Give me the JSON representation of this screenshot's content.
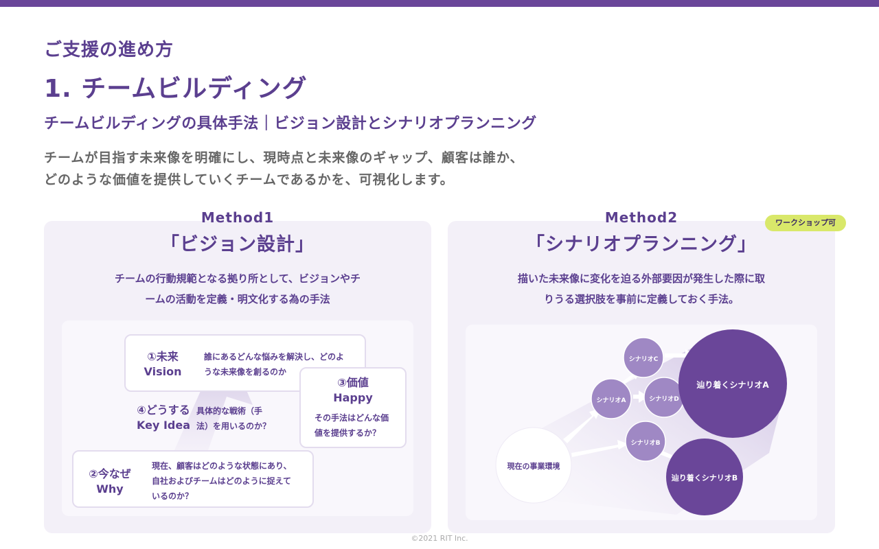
{
  "header": {
    "section": "ご支援の進め方",
    "title": "1. チームビルディング",
    "subtitle": "チームビルディングの具体手法｜ビジョン設計とシナリオプランニング",
    "lead_line1": "チームが目指す未来像を明確にし、現時点と未来像のギャップ、顧客は誰か、",
    "lead_line2": "どのような価値を提供していくチームであるかを、可視化します。"
  },
  "method1": {
    "label": "Method1",
    "name": "「ビジョン設計」",
    "desc_line1": "チームの行動規範となる拠り所として、ビジョンやチ",
    "desc_line2": "ームの活動を定義・明文化する為の手法",
    "steps": {
      "future": {
        "head1": "①未来",
        "head2": "Vision",
        "body1": "誰にあるどんな悩みを解決し、どのよ",
        "body2": "うな未来像を創るのか"
      },
      "value": {
        "head1": "③価値",
        "head2": "Happy",
        "body1": "その手法はどんな価",
        "body2": "値を提供するか？"
      },
      "how": {
        "head1": "④どうする",
        "head2": "Key Idea",
        "body1": "具体的な戦術（手",
        "body2": "法）を用いるのか？"
      },
      "why": {
        "head1": "②今なぜ",
        "head2": "Why",
        "body1": "現在、顧客はどのような状態にあり、",
        "body2": "自社およびチームはどのように捉えて",
        "body3": "いるのか？"
      }
    }
  },
  "method2": {
    "label": "Method2",
    "name": "「シナリオプランニング」",
    "badge": "ワークショップ可",
    "desc_line1": "描いた未来像に変化を迫る外部要因が発生した際に取",
    "desc_line2": "りうる選択肢を事前に定義しておく手法。",
    "nodes": {
      "current": "現在の事業環境",
      "a": "シナリオA",
      "b": "シナリオB",
      "c": "シナリオC",
      "d": "シナリオD",
      "goal_a": "辿り着くシナリオA",
      "goal_b": "辿り着くシナリオB"
    }
  },
  "colors": {
    "primary": "#6a4699",
    "badge": "#d9e86a",
    "panel": "#f3f0f8"
  },
  "footer": "©2021 RIT Inc."
}
